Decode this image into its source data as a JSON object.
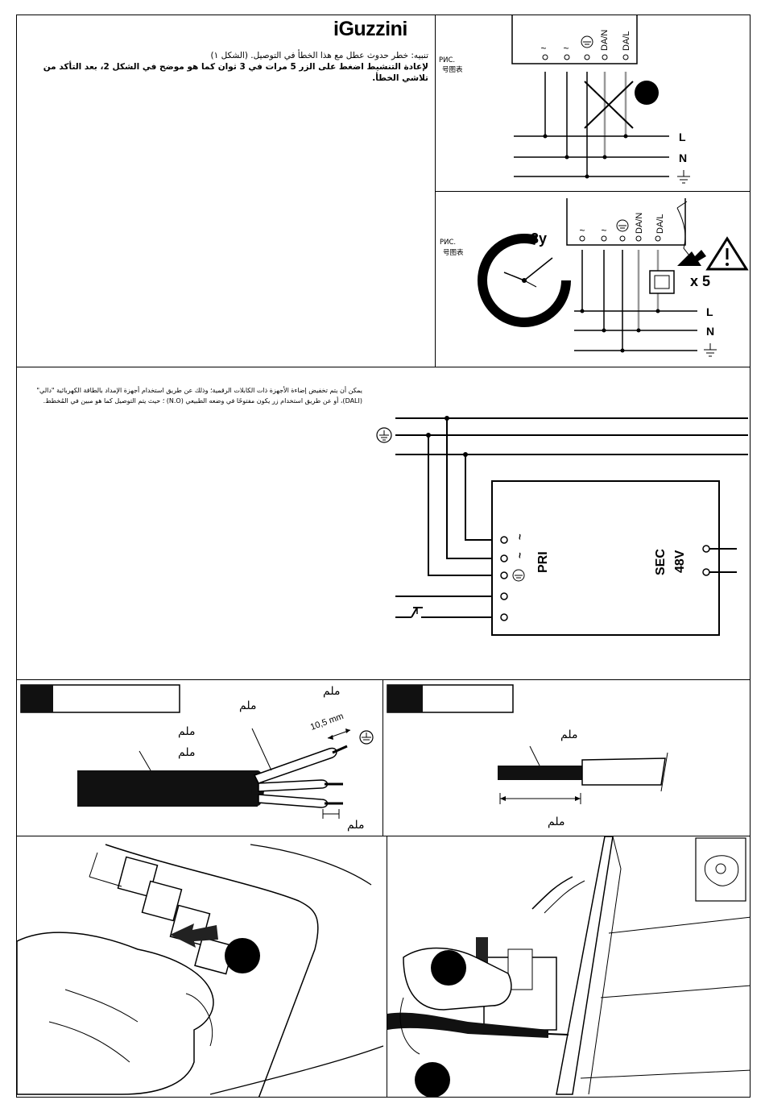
{
  "brand": {
    "logo": "iGuzzini"
  },
  "warning": {
    "line1": "تنبيه: خطر حدوث عطل مع هذا الخطأ في التوصيل. (الشكل ۱)",
    "line2": "لإعادة التنشيط اضغط على الزر 5 مرات في 3 ثوان كما هو موضح في الشكل 2، بعد التأكد من تلاشي الخطأ."
  },
  "fig_ref": {
    "ru": "РИС.",
    "zh": "号图表"
  },
  "terminals": {
    "dan": "DA/N",
    "dal": "DA/L",
    "phase": "L",
    "neutral": "N"
  },
  "fig2": {
    "timer": "3y",
    "presses": "x 5"
  },
  "dimming_note": "يمكن أن يتم تخفيض إضاءة الأجهزة ذات الكابلات الرقمية؛ وذلك عن طريق استخدام أجهزة الإمداد بالطاقة الكهربائية \"دالي\" (DALI)، أو عن طريق استخدام زر يكون مفتوحًا في وضعه الطبيعي (N.O) ؛ حيث يتم التوصيل كما هو مبين في المُخطط.",
  "psu": {
    "primary": "PRI",
    "secondary": "SEC",
    "voltage": "48V"
  },
  "cable": {
    "strip_length": "10,5 mm",
    "label": "ملم"
  }
}
